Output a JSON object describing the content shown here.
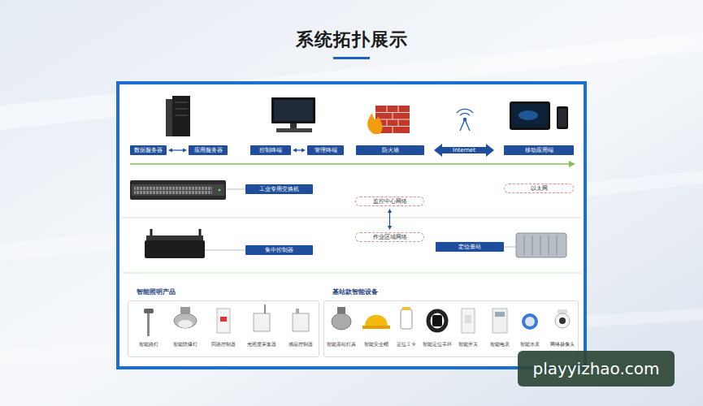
{
  "diagram": {
    "title": "系统拓扑展示",
    "nodes": [
      {
        "text": [
          "数据服务器"
        ]
      },
      {
        "text": [
          "应用服务器"
        ]
      },
      {
        "text": [
          "控制终端"
        ]
      },
      {
        "text": [
          "管理终端"
        ]
      },
      {
        "text": [
          "防火墙"
        ]
      },
      {
        "text": [
          "移动应用端"
        ]
      },
      {
        "text": [
          "工业专用交换机"
        ]
      },
      {
        "text": [
          "以太网"
        ]
      },
      {
        "text": [
          "监控中心网络"
        ]
      },
      {
        "text": [
          "作业区域网络"
        ]
      },
      {
        "text": [
          "集中控制器"
        ]
      },
      {
        "text": [
          "定位基站"
        ]
      },
      {
        "text": [
          "智能照明产品"
        ]
      },
      {
        "text": [
          "基站款智能设备"
        ]
      }
    ],
    "edges": [
      {
        "from": 0,
        "to": 1,
        "arrow": "both"
      },
      {
        "from": 2,
        "to": 3,
        "arrow": "both"
      },
      {
        "from": 4,
        "to": 5,
        "label": "Internet",
        "arrow": "both"
      },
      {
        "from": 8,
        "to": 9,
        "arrow": "both"
      }
    ],
    "labels": [
      "智能路灯",
      "智能防爆灯",
      "回路控制器",
      "光照度采集器",
      "感应控制器",
      "智能基站灯具",
      "智能安全帽",
      "定位工卡",
      "智能定位手环",
      "智能开关",
      "智能电表",
      "智能水表",
      "网络摄像头",
      "playyizhao.com"
    ]
  }
}
